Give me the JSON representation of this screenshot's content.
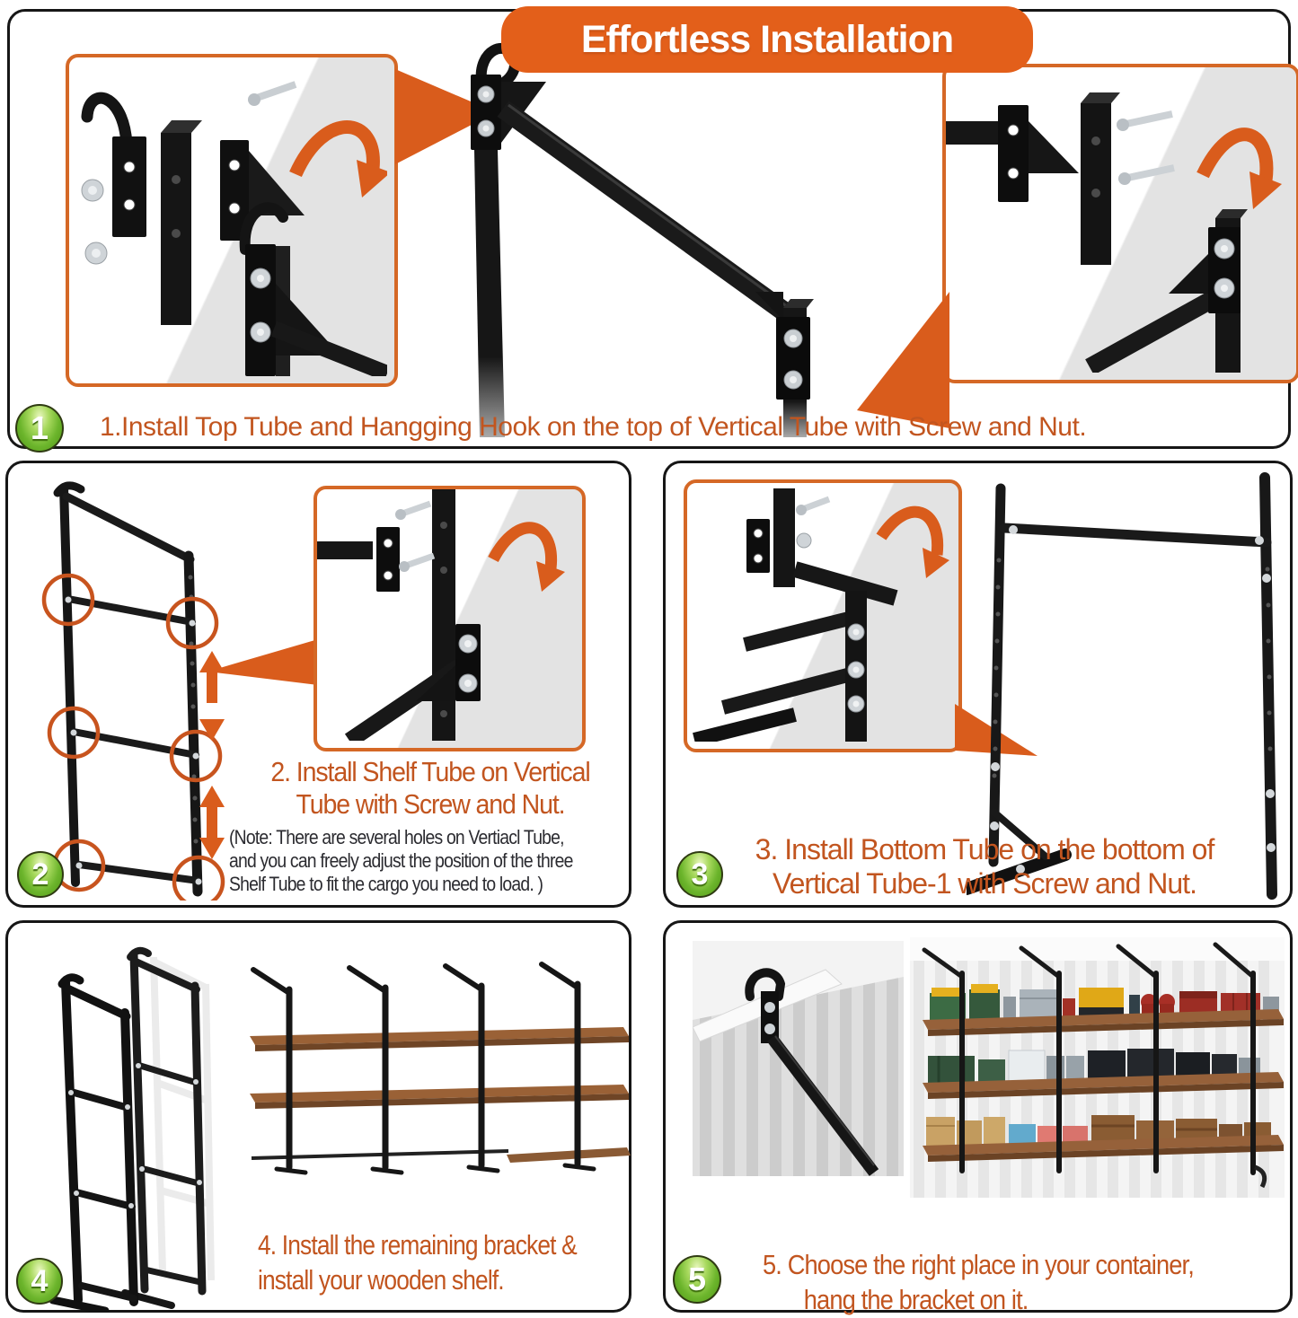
{
  "title": "Effortless Installation",
  "colors": {
    "banner_orange": "#E35F1A",
    "callout_orange": "#D95C1C",
    "highlight_circle_orange": "#C8541E",
    "step_text_orange": "#C2551F",
    "note_text": "#2B2B30",
    "badge_green": "#6CB52C",
    "panel_border": "#161616",
    "metal_black": "#1A1A1A",
    "wood_brown": "#96613A"
  },
  "steps": [
    {
      "number": "1",
      "lines": [
        "1.Install Top Tube and Hangging Hook on the top of Vertical Tube with Screw and Nut."
      ]
    },
    {
      "number": "2",
      "heading": [
        "2. Install Shelf Tube on Vertical",
        "Tube with Screw and Nut."
      ],
      "note": [
        "(Note: There are several holes on Vertiacl Tube,",
        "and you can freely adjust the position of the three",
        "Shelf Tube to fit the cargo you need to load. )"
      ]
    },
    {
      "number": "3",
      "lines": [
        "3. Install Bottom Tube on the bottom of",
        "Vertical Tube-1 with Screw and Nut."
      ]
    },
    {
      "number": "4",
      "lines": [
        "4. Install the remaining bracket &",
        "install your wooden shelf."
      ]
    },
    {
      "number": "5",
      "lines": [
        "5. Choose the right place in your container,",
        "hang the bracket on it."
      ]
    }
  ]
}
